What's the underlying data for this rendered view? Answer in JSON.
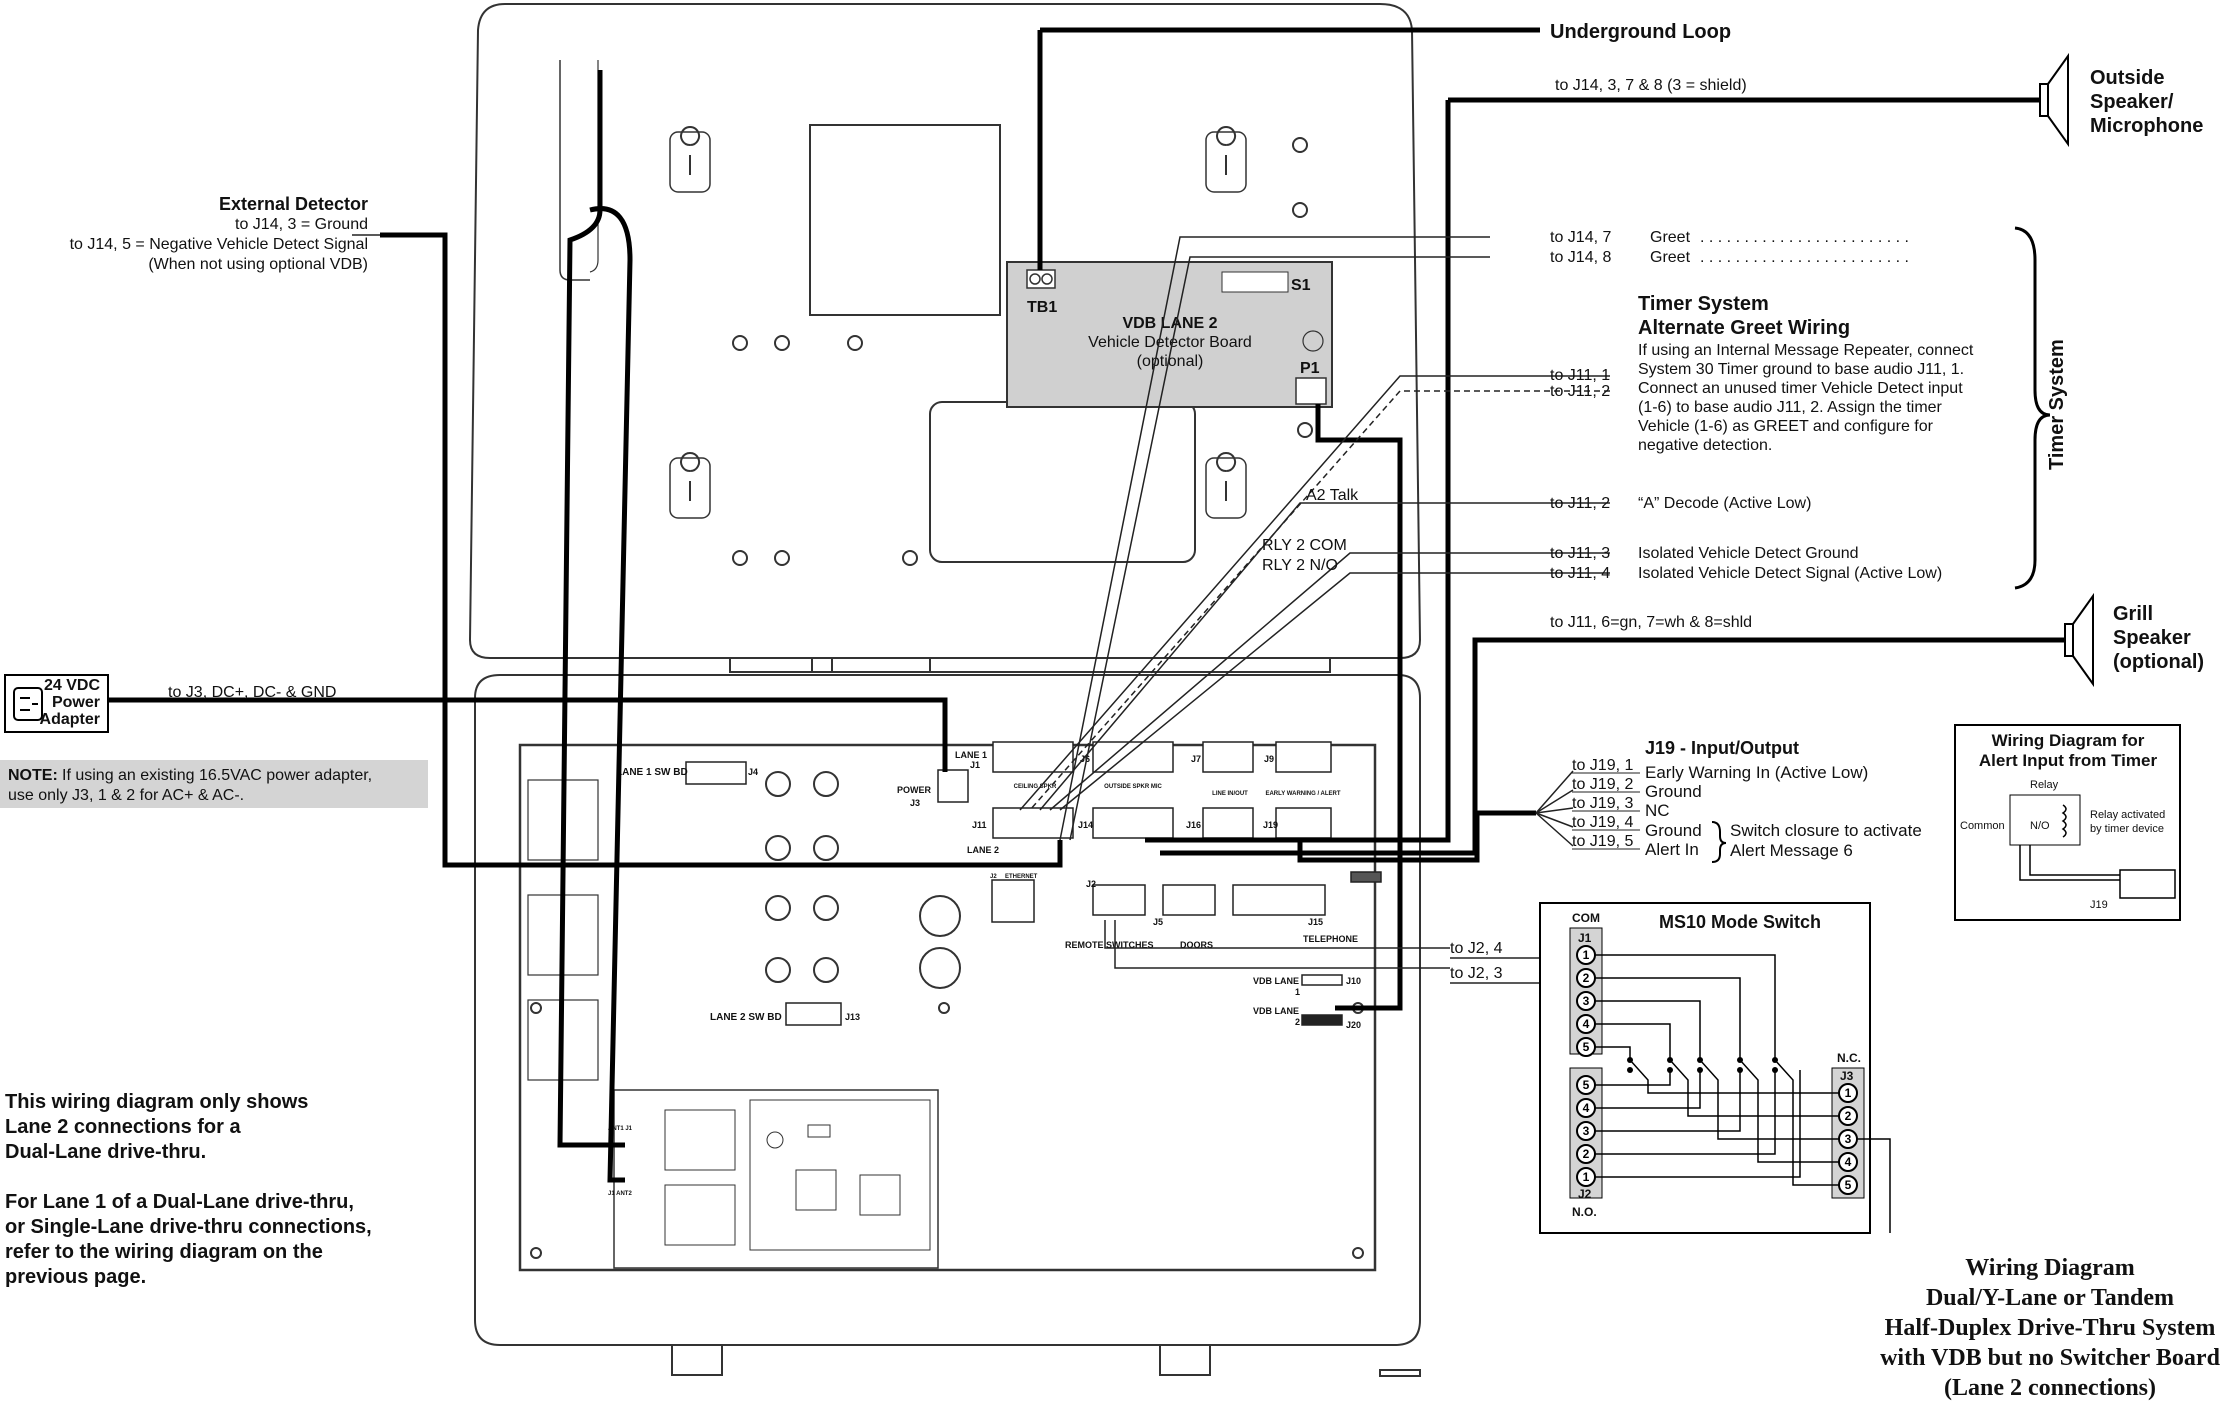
{
  "underground_loop": "Underground Loop",
  "outside_speaker": {
    "line1": "Outside",
    "line2": "Speaker/",
    "line3": "Microphone",
    "wire": "to J14, 3, 7 & 8 (3 = shield)"
  },
  "external_detector": {
    "title": "External Detector",
    "line1": "to J14, 3 = Ground",
    "line2": "to J14, 5 = Negative Vehicle Detect Signal",
    "line3": "(When not using optional VDB)"
  },
  "greet": {
    "j14_7": "to J14, 7",
    "j14_8": "to J14, 8",
    "label": "Greet",
    "dots": ". . . . . . . . . . . . . . . . . . . . . . . ."
  },
  "timer_system": {
    "title1": "Timer System",
    "title2": "Alternate Greet Wiring",
    "note1": "If using an Internal Message Repeater, connect",
    "note2": "System 30 Timer ground to base audio J11, 1.",
    "note3": "Connect an unused timer Vehicle Detect input",
    "note4": "(1-6) to base audio J11, 2.  Assign the timer",
    "note5": "Vehicle (1-6) as GREET and configure for",
    "note6": "negative detection.",
    "j11_1": "to J11,  1",
    "j11_2": "to J11,  2",
    "brace_label": "Timer System"
  },
  "vdb": {
    "tb1": "TB1",
    "s1": "S1",
    "p1": "P1",
    "title": "VDB LANE 2",
    "line2": "Vehicle Detector Board",
    "line3": "(optional)"
  },
  "a2_talk": {
    "label": "A2 Talk",
    "to": "to J11,  2",
    "desc": "“A” Decode (Active Low)"
  },
  "rly": {
    "com": "RLY 2 COM",
    "no": "RLY 2 N/O",
    "to3": "to J11,  3",
    "desc3": "Isolated Vehicle Detect Ground",
    "to4": "to J11,  4",
    "desc4": "Isolated Vehicle Detect Signal (Active Low)"
  },
  "grill": {
    "line1": "Grill",
    "line2": "Speaker",
    "line3": "(optional)",
    "wire": "to J11, 6=gn, 7=wh & 8=shld"
  },
  "power": {
    "line1": "24 VDC",
    "line2": "Power",
    "line3": "Adapter",
    "wire": "to J3, DC+, DC- & GND"
  },
  "note": {
    "bold": "NOTE:",
    "line1": " If using an existing 16.5VAC power adapter,",
    "line2": "use only J3, 1 & 2 for AC+ & AC-."
  },
  "j19": {
    "title": "J19 - Input/Output",
    "rows": [
      {
        "to": "to J19,  1",
        "desc": "Early Warning In (Active Low)"
      },
      {
        "to": "to J19,  2",
        "desc": "Ground"
      },
      {
        "to": "to J19,  3",
        "desc": "NC"
      },
      {
        "to": "to J19,  4",
        "desc": "Ground"
      },
      {
        "to": "to J19,  5",
        "desc": "Alert In"
      }
    ],
    "switch1": "Switch closure to activate",
    "switch2": "Alert Message 6"
  },
  "alert_box": {
    "title1": "Wiring Diagram for",
    "title2": "Alert Input from Timer",
    "relay": "Relay",
    "common": "Common",
    "no": "N/O",
    "act1": "Relay activated",
    "act2": "by timer device",
    "j19": "J19"
  },
  "board": {
    "lane1": "LANE 1",
    "j1": "J1",
    "lane1_sw": "LANE 1 SW BD",
    "j4": "J4",
    "power": "POWER",
    "j3": "J3",
    "j6": "J6",
    "ceiling": "CEILING SPKR",
    "outside": "OUTSIDE SPKR MIC",
    "j7": "J7",
    "line_inout": "LINE IN/OUT",
    "j9": "J9",
    "early": "EARLY WARNING / ALERT",
    "j11": "J11",
    "lane2": "LANE 2",
    "j14": "J14",
    "j16": "J16",
    "j19": "J19",
    "j2": "J2",
    "ethernet": "ETHERNET",
    "remote": "REMOTE",
    "switches": "SWITCHES",
    "j5": "J5",
    "doors": "DOORS",
    "j15": "J15",
    "telephone": "TELEPHONE",
    "vdb_lane1": "VDB LANE",
    "one": "1",
    "j10": "J10",
    "vdb_lane2": "VDB LANE",
    "two": "2",
    "j20": "J20",
    "lane2_sw": "LANE 2 SW BD",
    "j13": "J13",
    "ant1": "ANT1 J1",
    "ant2": "J1 ANT2"
  },
  "ms10": {
    "title": "MS10 Mode Switch",
    "com": "COM",
    "j1": "J1",
    "j2": "J2",
    "no": "N.O.",
    "nc": "N.C.",
    "j3": "J3",
    "to_j2_4": "to J2, 4",
    "to_j2_3": "to J2, 3",
    "left_top": [
      "1",
      "2",
      "3",
      "4",
      "5"
    ],
    "left_bottom": [
      "5",
      "4",
      "3",
      "2",
      "1"
    ],
    "right": [
      "1",
      "2",
      "3",
      "4",
      "5"
    ]
  },
  "lane2_note": {
    "p1_1": "This wiring diagram only shows",
    "p1_2": "Lane 2 connections for a",
    "p1_3": "Dual-Lane drive-thru.",
    "p2_1": "For Lane 1 of a Dual-Lane drive-thru,",
    "p2_2": "or Single-Lane drive-thru connections,",
    "p2_3": "refer to the wiring diagram on the",
    "p2_4": "previous page."
  },
  "caption": {
    "line1": "Wiring Diagram",
    "line2": "Dual/Y-Lane or Tandem",
    "line3": "Half-Duplex Drive-Thru System",
    "line4": "with VDB but no Switcher Board",
    "line5": "(Lane 2 connections)"
  }
}
